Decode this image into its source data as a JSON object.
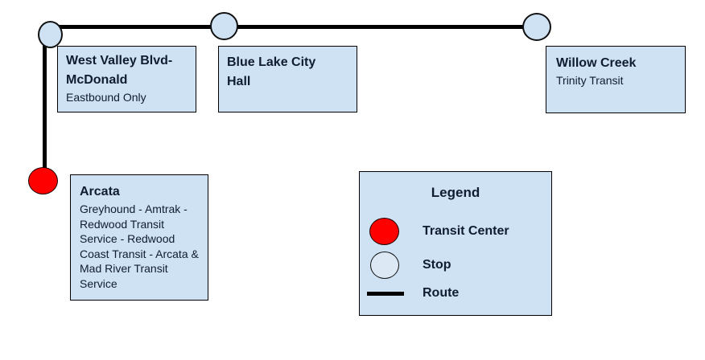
{
  "diagram": {
    "type": "transit-route-map",
    "background": "#ffffff",
    "route_color": "#000000",
    "box_fill": "#cfe2f3",
    "text_color": "#101c30"
  },
  "stations": [
    {
      "id": "west-valley",
      "name": "West Valley Blvd-McDonald",
      "sub": "Eastbound Only",
      "marker": "stop"
    },
    {
      "id": "blue-lake",
      "name": "Blue Lake City Hall",
      "sub": "",
      "marker": "stop"
    },
    {
      "id": "willow-creek",
      "name": "Willow Creek",
      "sub": "Trinity Transit",
      "marker": "stop"
    },
    {
      "id": "arcata",
      "name": "Arcata",
      "sub": "Greyhound - Amtrak - Redwood Transit Service - Redwood Coast Transit - Arcata & Mad River Transit Service",
      "marker": "transit-center"
    }
  ],
  "legend": {
    "title": "Legend",
    "items": [
      {
        "symbol": "transit-center-circle",
        "color": "#ff0000",
        "label": "Transit Center"
      },
      {
        "symbol": "stop-circle",
        "color": "#dce9f5",
        "label": "Stop"
      },
      {
        "symbol": "route-line",
        "color": "#000000",
        "label": "Route"
      }
    ]
  }
}
